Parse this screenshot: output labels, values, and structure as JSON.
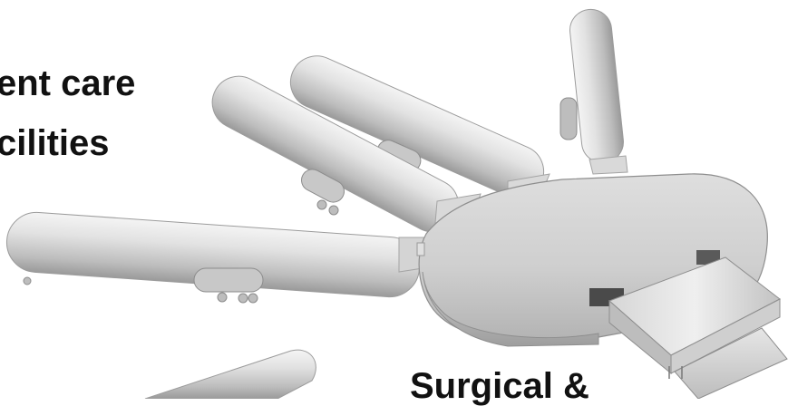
{
  "labels": {
    "top_line1": "ent care",
    "top_line2": "cilities",
    "bottom": "Surgical &"
  },
  "colors": {
    "background": "#ffffff",
    "text": "#111111",
    "module": "#c9c9c9",
    "hub": "#cfcfcf",
    "shadow": "#8f8f8f"
  }
}
